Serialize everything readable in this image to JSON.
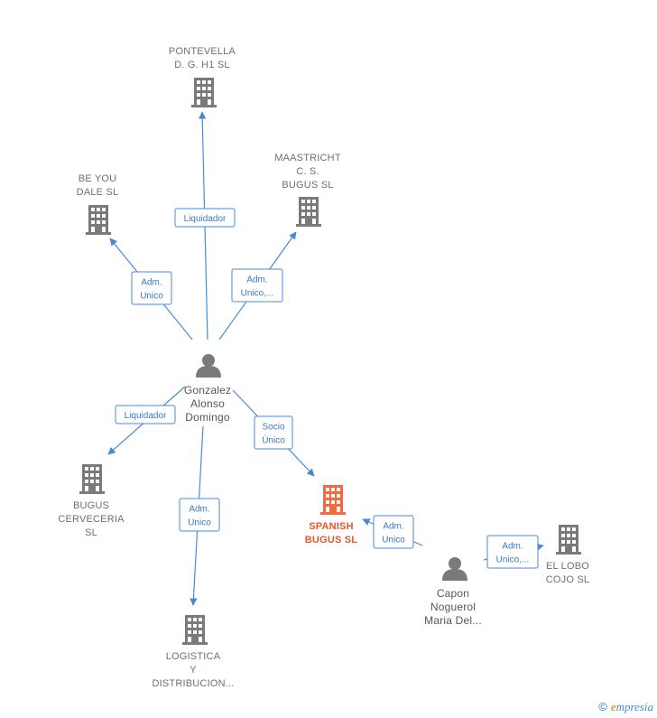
{
  "nodes": [
    {
      "id": "pontevella",
      "type": "company",
      "lines": [
        "PONTEVELLA",
        "D. G. H1  SL"
      ]
    },
    {
      "id": "beyou",
      "type": "company",
      "lines": [
        "BE YOU",
        "DALE  SL"
      ]
    },
    {
      "id": "maastricht",
      "type": "company",
      "lines": [
        "MAASTRICHT",
        "C.  S.",
        "BUGUS  SL"
      ]
    },
    {
      "id": "gonzalez",
      "type": "person",
      "lines": [
        "Gonzalez",
        "Alonso",
        "Domingo"
      ]
    },
    {
      "id": "bugus_cerveceria",
      "type": "company",
      "lines": [
        "BUGUS",
        "CERVECERIA",
        "SL"
      ]
    },
    {
      "id": "spanish_bugus",
      "type": "company-main",
      "lines": [
        "SPANISH",
        "BUGUS  SL"
      ]
    },
    {
      "id": "logistica",
      "type": "company",
      "lines": [
        "LOGISTICA",
        "Y",
        "DISTRIBUCION..."
      ]
    },
    {
      "id": "capon",
      "type": "person",
      "lines": [
        "Capon",
        "Noguerol",
        "Maria Del..."
      ]
    },
    {
      "id": "ellobo",
      "type": "company",
      "lines": [
        "EL LOBO",
        "COJO  SL"
      ]
    }
  ],
  "edges": [
    {
      "from": "gonzalez",
      "to": "pontevella",
      "label": [
        "Liquidador"
      ]
    },
    {
      "from": "gonzalez",
      "to": "beyou",
      "label": [
        "Adm.",
        "Unico"
      ]
    },
    {
      "from": "gonzalez",
      "to": "maastricht",
      "label": [
        "Adm.",
        "Unico,..."
      ]
    },
    {
      "from": "gonzalez",
      "to": "bugus_cerveceria",
      "label": [
        "Liquidador"
      ]
    },
    {
      "from": "gonzalez",
      "to": "spanish_bugus",
      "label": [
        "Socio",
        "Único"
      ]
    },
    {
      "from": "gonzalez",
      "to": "logistica",
      "label": [
        "Adm.",
        "Unico"
      ]
    },
    {
      "from": "capon",
      "to": "spanish_bugus",
      "label": [
        "Adm.",
        "Unico"
      ]
    },
    {
      "from": "capon",
      "to": "ellobo",
      "label": [
        "Adm.",
        "Unico,..."
      ]
    }
  ],
  "colors": {
    "edge": "#4a8ad4",
    "company": "#7a7a7a",
    "main": "#f26a3d",
    "person": "#7a7a7a"
  },
  "footer": {
    "copyright": "©",
    "brand_initial": "e",
    "brand_rest": "mpresia"
  }
}
